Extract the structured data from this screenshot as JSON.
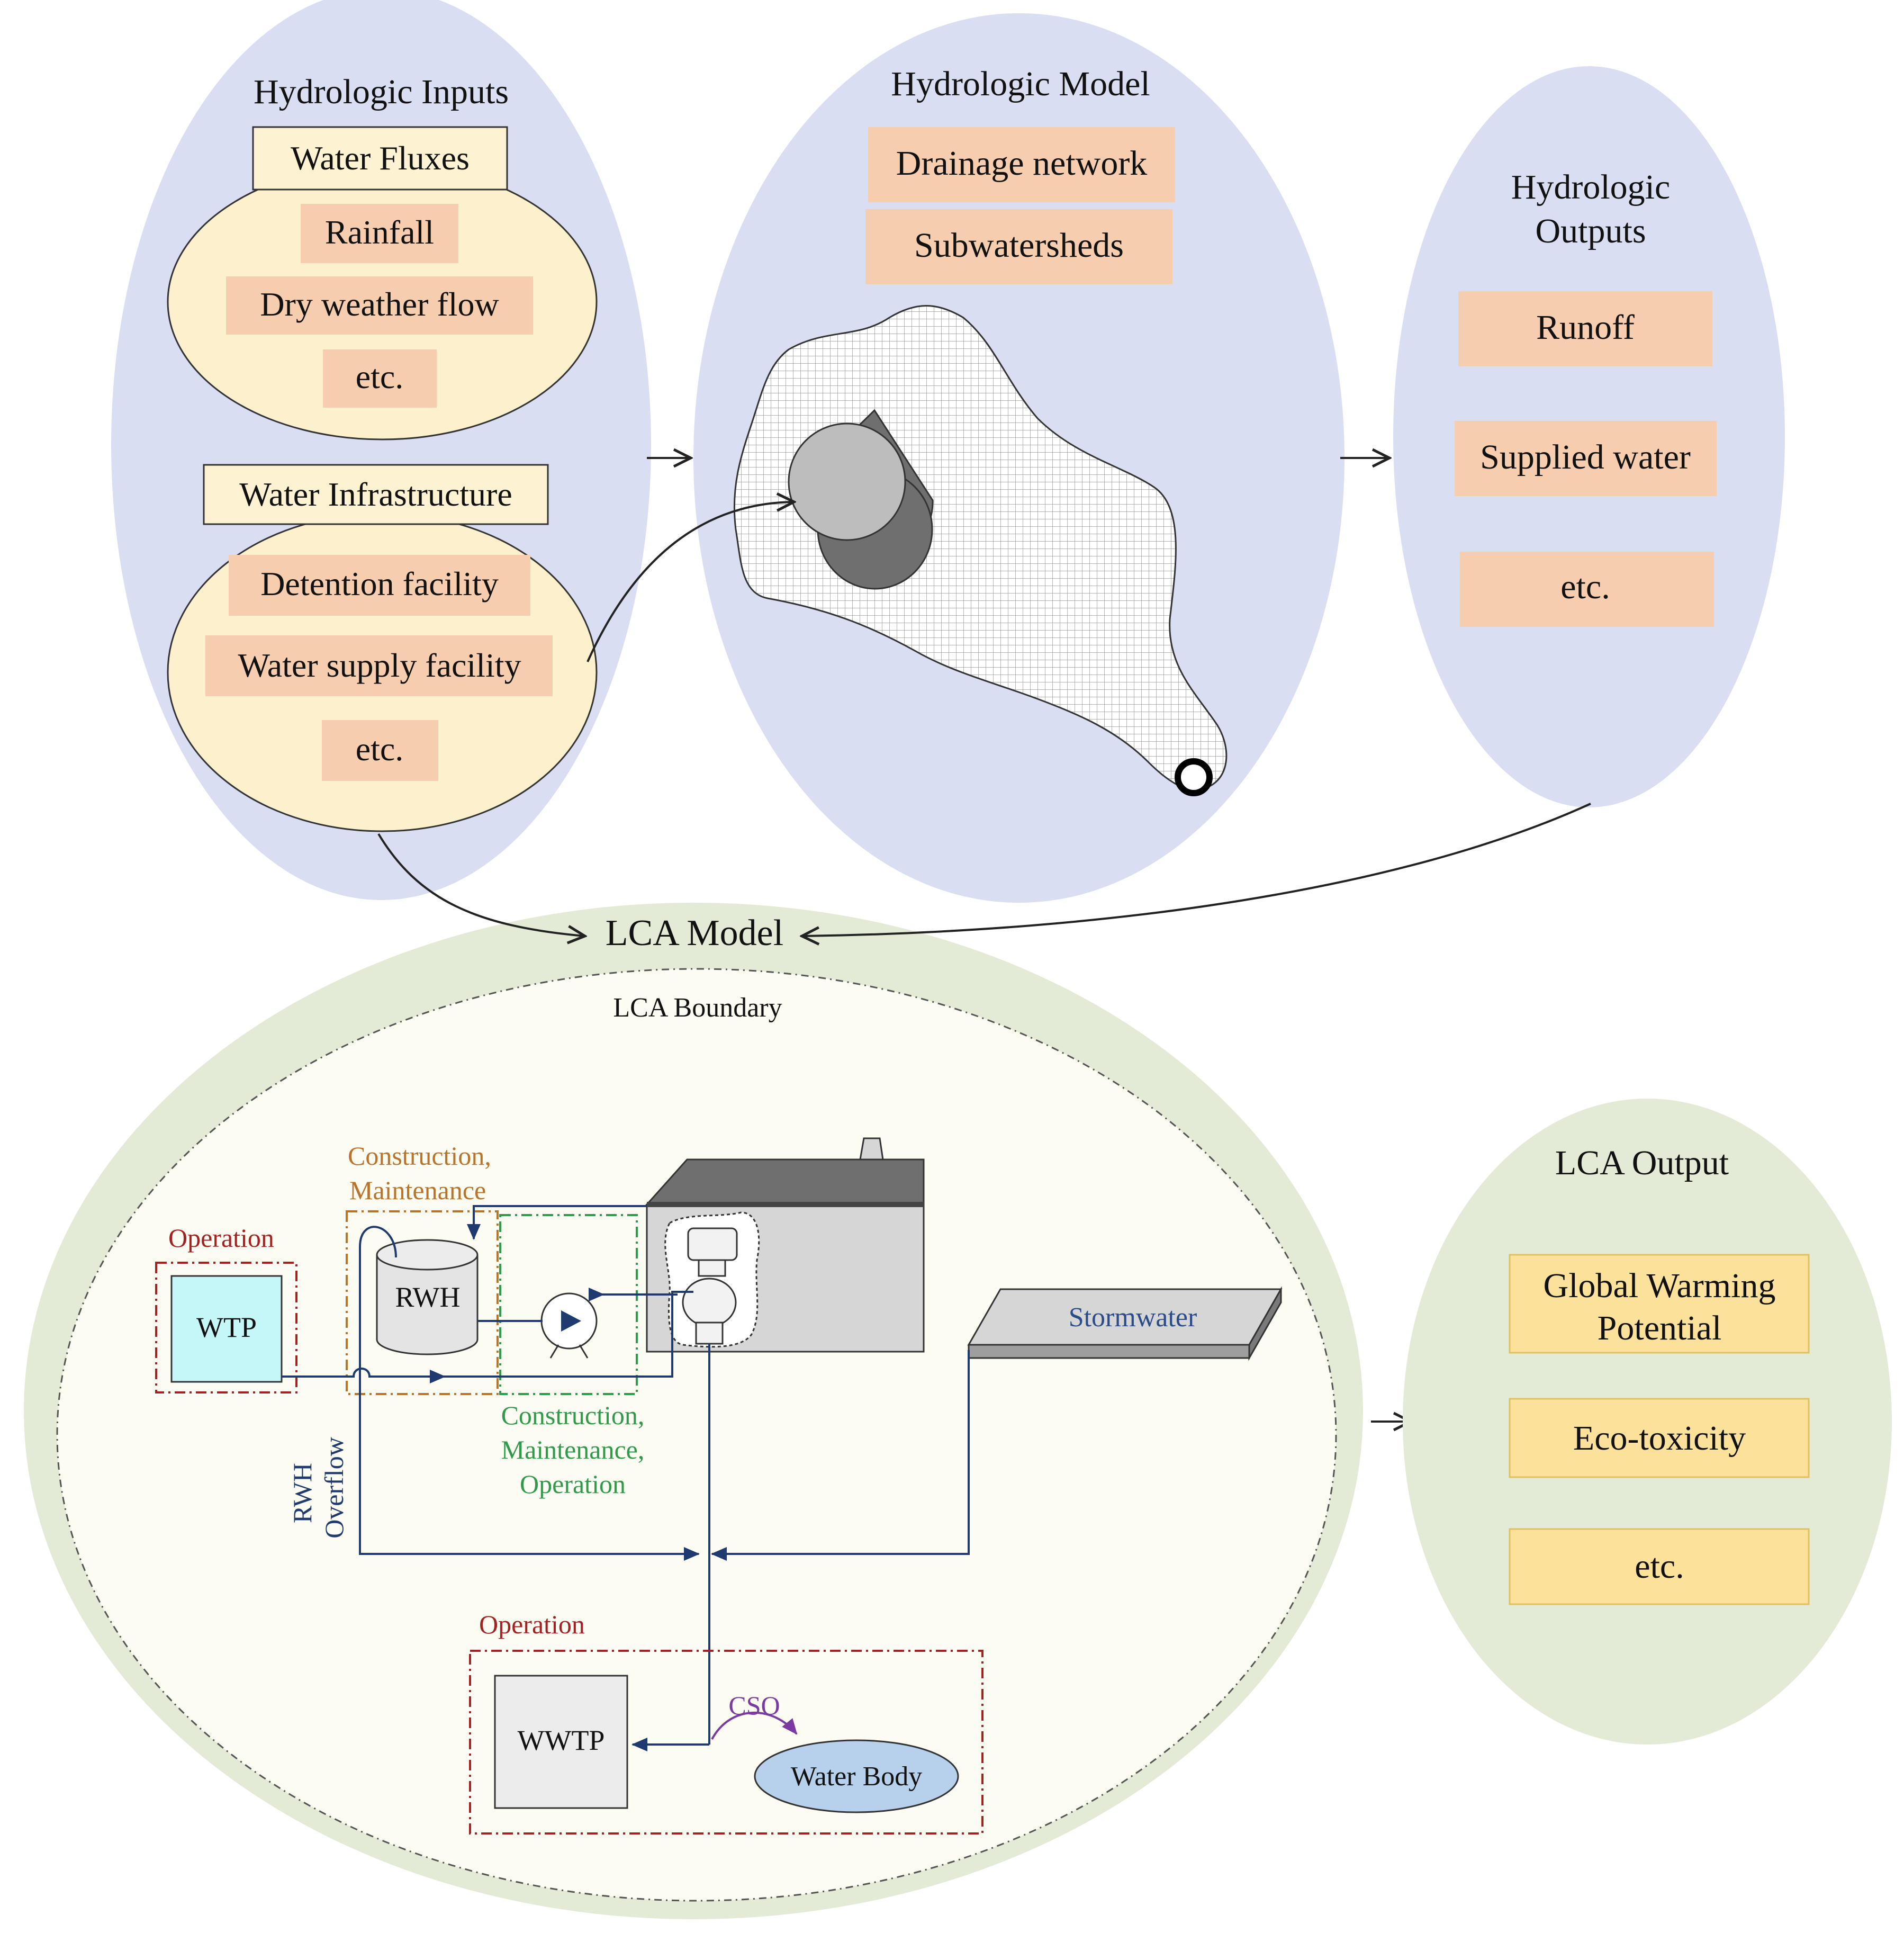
{
  "hydrologic_inputs": {
    "title": "Hydrologic Inputs",
    "water_fluxes": {
      "label": "Water Fluxes",
      "items": [
        "Rainfall",
        "Dry weather flow",
        "etc."
      ]
    },
    "water_infrastructure": {
      "label": "Water Infrastructure",
      "items": [
        "Detention facility",
        "Water supply facility",
        "etc."
      ]
    }
  },
  "hydrologic_model": {
    "title": "Hydrologic Model",
    "items": [
      "Drainage network",
      "Subwatersheds"
    ]
  },
  "hydrologic_outputs": {
    "title_line1": "Hydrologic",
    "title_line2": "Outputs",
    "items": [
      "Runoff",
      "Supplied water",
      "etc."
    ]
  },
  "lca_model": {
    "title": "LCA Model",
    "boundary_label": "LCA Boundary",
    "construction_maintenance_line1": "Construction,",
    "construction_maintenance_line2": "Maintenance",
    "operation_top": "Operation",
    "wtp": "WTP",
    "rwh": "RWH",
    "cmo_line1": "Construction,",
    "cmo_line2": "Maintenance,",
    "cmo_line3": "Operation",
    "rwh_overflow_line1": "RWH",
    "rwh_overflow_line2": "Overflow",
    "stormwater": "Stormwater",
    "operation_bottom": "Operation",
    "wwtp": "WWTP",
    "cso": "CSO",
    "water_body": "Water Body"
  },
  "lca_output": {
    "title": "LCA Output",
    "items": [
      {
        "line1": "Global Warming",
        "line2": "Potential"
      },
      {
        "line1": "Eco-toxicity",
        "line2": ""
      },
      {
        "line1": "etc.",
        "line2": ""
      }
    ]
  },
  "colors": {
    "hydro_ellipse": "#d9def2",
    "flux_ellipse": "#fdf0cd",
    "orange_box": "#f6cdae",
    "label_box": "#fdf2d2",
    "lca_outer": "#e3ebd6",
    "lca_inner": "#fdfcf3",
    "yellow_box": "#fbe19a",
    "pipe": "#1f3a6e",
    "construction": "#b8742a",
    "operation": "#a32121",
    "cmo": "#2e9a4a",
    "cso": "#7a3aa0"
  }
}
